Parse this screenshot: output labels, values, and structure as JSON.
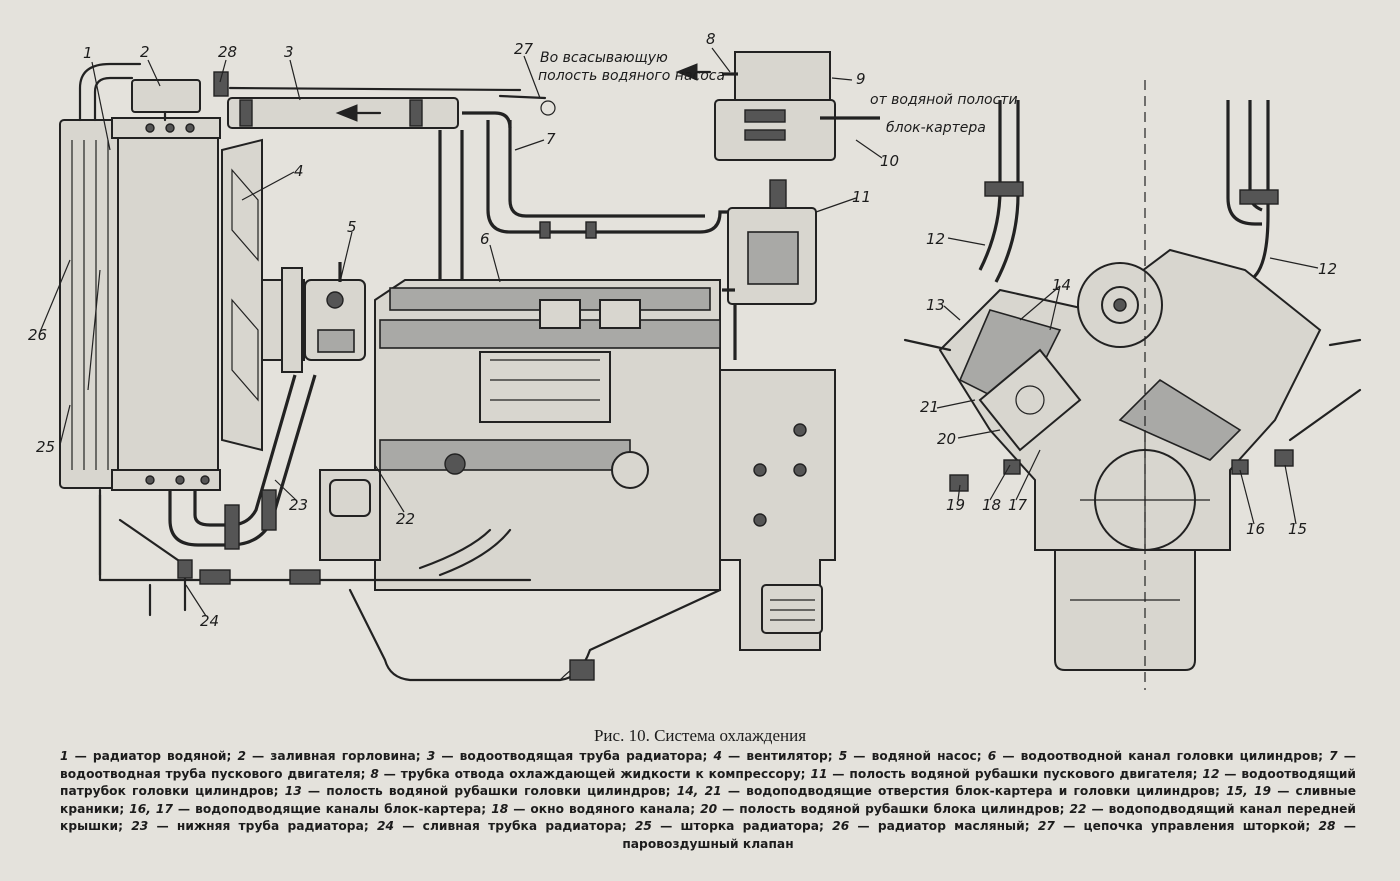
{
  "caption": "Рис. 10. Система охлаждения",
  "labels": {
    "l1": "1",
    "l2": "2",
    "l3": "3",
    "l4": "4",
    "l5": "5",
    "l6": "6",
    "l7": "7",
    "l8": "8",
    "l9": "9",
    "l10": "10",
    "l11": "11",
    "l12a": "12",
    "l12b": "12",
    "l13": "13",
    "l14": "14",
    "l15": "15",
    "l16": "16",
    "l17": "17",
    "l18": "18",
    "l19": "19",
    "l20": "20",
    "l21": "21",
    "l22": "22",
    "l23": "23",
    "l24": "24",
    "l25": "25",
    "l26": "26",
    "l27": "27",
    "l28": "28"
  },
  "notes": {
    "suction_line1": "Во всасывающую",
    "suction_line2": "полость водяного насоса",
    "block_line1": "от водяной полости",
    "block_line2": "блок-картера"
  },
  "legend": [
    {
      "n": "1",
      "t": "радиатор водяной;"
    },
    {
      "n": "2",
      "t": "заливная горловина;"
    },
    {
      "n": "3",
      "t": "водоотводящая труба радиатора;"
    },
    {
      "n": "4",
      "t": "вентилятор;"
    },
    {
      "n": "5",
      "t": "водяной насос;"
    },
    {
      "n": "6",
      "t": "водоотводной канал головки цилиндров;"
    },
    {
      "n": "7",
      "t": "водоотводная труба пускового двигателя;"
    },
    {
      "n": "8",
      "t": "трубка отвода охлаждающей жидкости к компрессору;"
    },
    {
      "n": "11",
      "t": "полость водяной рубашки пускового двигателя;"
    },
    {
      "n": "12",
      "t": "водоотводящий патрубок головки цилиндров;"
    },
    {
      "n": "13",
      "t": "полость водяной рубашки головки цилиндров;"
    },
    {
      "n": "14, 21",
      "t": "водоподводящие отверстия блок-картера и головки цилиндров;"
    },
    {
      "n": "15, 19",
      "t": "сливные краники;"
    },
    {
      "n": "16, 17",
      "t": "водоподводящие каналы блок-картера;"
    },
    {
      "n": "18",
      "t": "окно водяного канала;"
    },
    {
      "n": "20",
      "t": "полость водяной рубашки блока цилиндров;"
    },
    {
      "n": "22",
      "t": "водоподводящий канал передней крышки;"
    },
    {
      "n": "23",
      "t": "нижняя труба радиатора;"
    },
    {
      "n": "24",
      "t": "сливная трубка радиатора;"
    },
    {
      "n": "25",
      "t": "шторка радиатора;"
    },
    {
      "n": "26",
      "t": "радиатор масляный;"
    },
    {
      "n": "27",
      "t": "цепочка управления шторкой;"
    },
    {
      "n": "28",
      "t": "паровоздушный клапан"
    }
  ]
}
